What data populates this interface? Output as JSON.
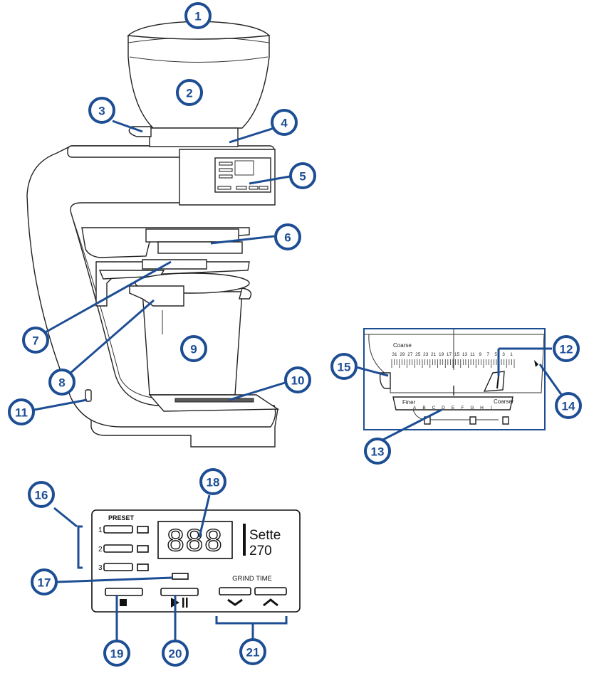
{
  "callouts": [
    "1",
    "2",
    "3",
    "4",
    "5",
    "6",
    "7",
    "8",
    "9",
    "10",
    "11",
    "12",
    "13",
    "14",
    "15",
    "16",
    "17",
    "18",
    "19",
    "20",
    "21"
  ],
  "dial": {
    "coarse_label": "Coarse",
    "finer_label": "Finer",
    "coarser_label": "Coarser",
    "macro_numbers": [
      "31",
      "29",
      "27",
      "25",
      "23",
      "21",
      "19",
      "17",
      "15",
      "13",
      "11",
      "9",
      "7",
      "5",
      "3",
      "1"
    ],
    "micro_letters": [
      "A",
      "B",
      "C",
      "D",
      "E",
      "F",
      "G",
      "H",
      "I"
    ]
  },
  "panel": {
    "preset_label": "PRESET",
    "preset_numbers": [
      "1",
      "2",
      "3"
    ],
    "display_digits": "888",
    "brand_name": "Sette",
    "model_number": "270",
    "grind_time_label": "GRIND TIME",
    "stop_icon": "stop-icon",
    "play_pause_icon": "play-pause-icon",
    "down_icon": "chevron-down-icon",
    "up_icon": "chevron-up-icon"
  },
  "colors": {
    "callout": "#1d4e94",
    "line": "#222222"
  }
}
